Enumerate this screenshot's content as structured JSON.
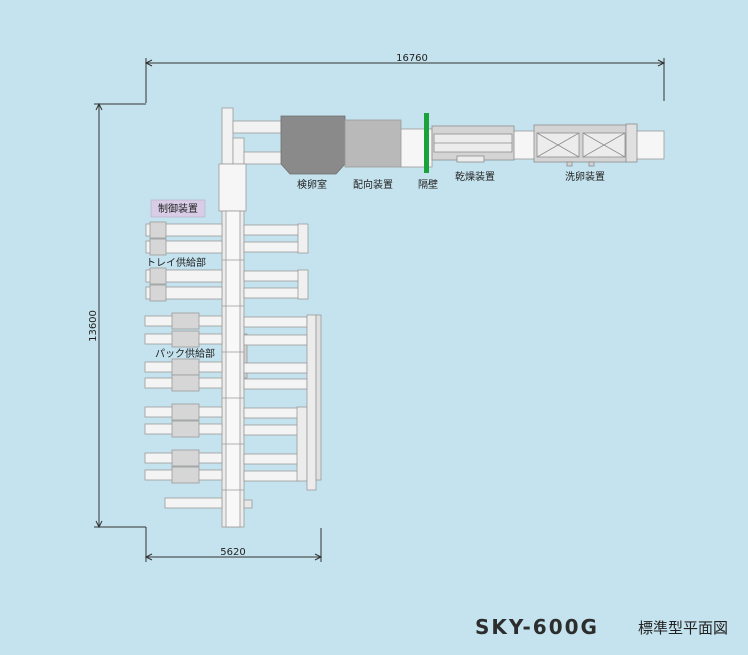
{
  "dimensions": {
    "width_label": "16760",
    "height_label": "13600",
    "bottom_label": "5620"
  },
  "labels": {
    "inspection_room": "検卵室",
    "orientation_device": "配向装置",
    "partition": "隔壁",
    "drying_device": "乾燥装置",
    "egg_washing_device": "洗卵装置",
    "control_device": "制御装置",
    "tray_supply": "トレイ供給部",
    "pack_supply": "パック供給部"
  },
  "title": {
    "model": "SKY-600G",
    "subtitle": "標準型平面図"
  },
  "colors": {
    "background": "#c5e3ee",
    "partition": "#1aa33a",
    "inspection_room": "#8a8a8a",
    "orientation_device": "#b9b9b9",
    "machine_light": "#f4f4f4",
    "machine_mid": "#d6d6d6",
    "control_badge": "#d8cce6"
  }
}
